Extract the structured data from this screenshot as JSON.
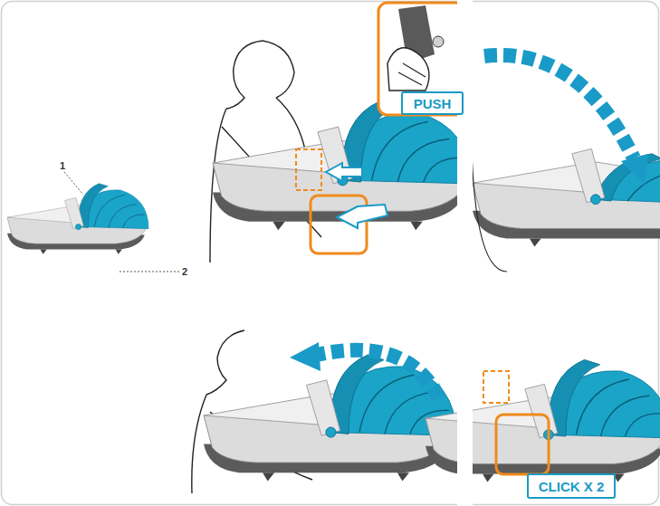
{
  "diagram": {
    "nodes": [
      {
        "text": [
          "PUSH"
        ]
      },
      {
        "text": [
          "CLICK X 2"
        ]
      }
    ],
    "labels": [
      "1",
      "2"
    ]
  }
}
